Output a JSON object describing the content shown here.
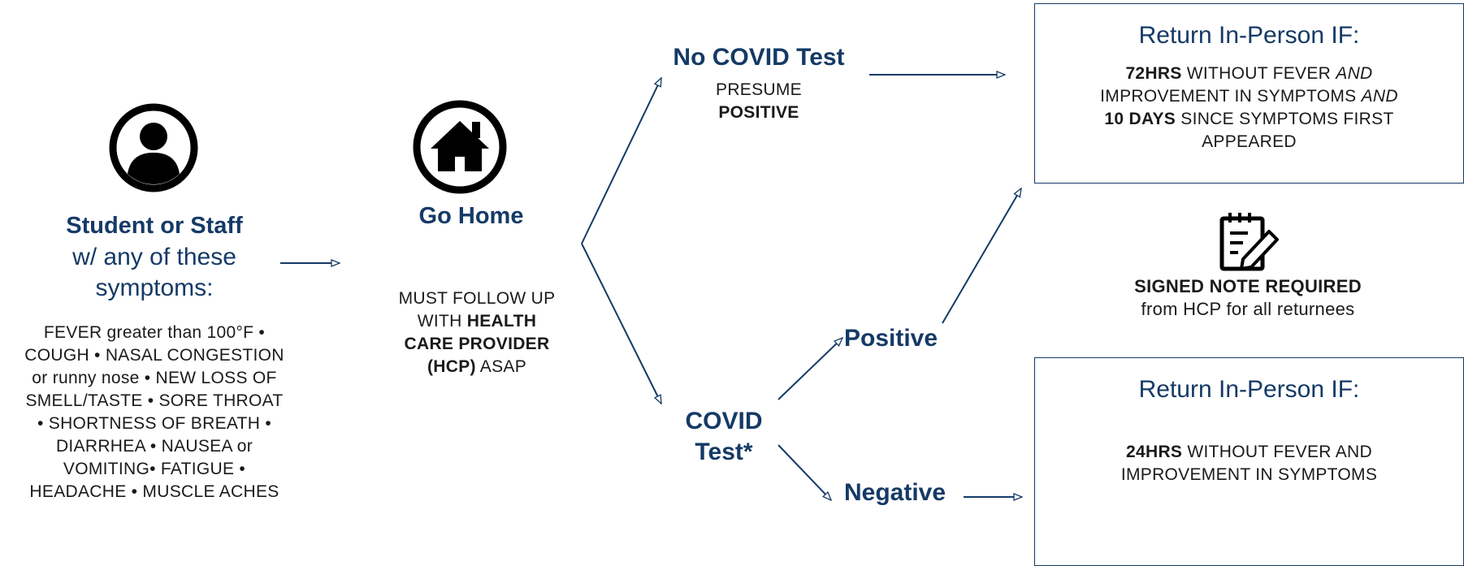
{
  "student": {
    "icon": "person-circle-icon",
    "title": "Student or Staff",
    "subtitle_line1": "w/ any of these",
    "subtitle_line2": "symptoms:",
    "symptom_lines": [
      "FEVER greater than 100°F •",
      "COUGH • NASAL CONGESTION",
      "or runny nose • NEW LOSS OF",
      "SMELL/TASTE • SORE THROAT",
      "• SHORTNESS OF BREATH •",
      "DIARRHEA • NAUSEA or",
      "VOMITING• FATIGUE •",
      "HEADACHE • MUSCLE ACHES"
    ]
  },
  "go_home": {
    "icon": "house-circle-icon",
    "title": "Go Home",
    "line1": "MUST FOLLOW UP",
    "line2_prefix": "WITH ",
    "line2_bold": "HEALTH",
    "line3_bold": "CARE PROVIDER",
    "line4_bold": "(HCP)",
    "line4_suffix": " ASAP"
  },
  "no_test": {
    "title": "No COVID Test",
    "line1": "PRESUME",
    "line2": "POSITIVE"
  },
  "covid_test": {
    "line1": "COVID",
    "line2": "Test*"
  },
  "positive": {
    "label": "Positive"
  },
  "negative": {
    "label": "Negative"
  },
  "box_top": {
    "title": "Return In-Person IF:",
    "l1_bold": "72HRS",
    "l1_rest": " WITHOUT FEVER ",
    "l1_italic": "AND",
    "l2_text": "IMPROVEMENT IN SYMPTOMS ",
    "l2_italic": "AND",
    "l3_bold": "10 DAYS",
    "l3_rest": " SINCE SYMPTOMS FIRST",
    "l4": "APPEARED"
  },
  "note": {
    "icon": "signed-note-icon",
    "line1": "SIGNED NOTE REQUIRED",
    "line2": "from HCP for all returnees"
  },
  "box_bottom": {
    "title": "Return In-Person IF:",
    "l1_bold": "24HRS",
    "l1_rest": " WITHOUT FEVER AND",
    "l2": "IMPROVEMENT IN SYMPTOMS"
  },
  "colors": {
    "accent": "#153a66",
    "text": "#1a1a1a"
  }
}
